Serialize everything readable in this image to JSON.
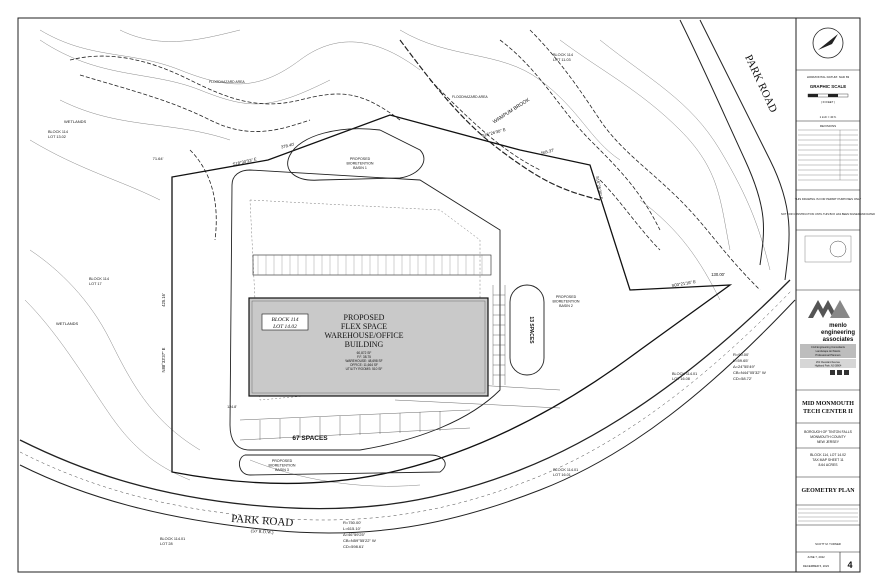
{
  "project": {
    "title_line1": "MID MONMOUTH",
    "title_line2": "TECH CENTER II",
    "municipality": "BOROUGH OF TINTON FALLS",
    "county": "MONMOUTH COUNTY",
    "state": "NEW JERSEY",
    "block_lot": "BLOCK 114, LOT 14.02",
    "tax_map": "TAX MAP SHEET 11",
    "acres": "8.64 ACRES",
    "sheet_title": "GEOMETRY PLAN",
    "sheet_number": "4"
  },
  "firm": {
    "name1": "menlo",
    "name2": "engineering",
    "name3": "associates",
    "tag1": "Civil Engineering Consultants",
    "tag2": "Landscape Architects",
    "tag3": "Professional Planners",
    "address1": "261 Cleveland Avenue",
    "address2": "Highland Park, NJ 08904"
  },
  "scale": {
    "label": "GRAPHIC SCALE",
    "unit": "( IN FEET )",
    "ratio": "1 inch = 40 ft."
  },
  "titleblock": {
    "horizontal_datum": "HORIZONTAL DATUM: NAD 83",
    "revisions": "REVISIONS",
    "not_for_construction": "NOT FOR CONSTRUCTION UNTIL THIS BOX HAS BEEN SIGNED AND DATED",
    "this_drawing": "THIS DRAWING IS FOR PERMIT PURPOSES ONLY",
    "date_value": "JUNE 7, 2022",
    "date2": "DECEMBER 5, 2023",
    "engineer": "SCOTT M. TURNER"
  },
  "plan": {
    "building": {
      "line1": "PROPOSED",
      "line2": "FLEX SPACE",
      "line3": "WAREHOUSE/OFFICE",
      "line4": "BUILDING",
      "area": "60,872 SF",
      "ff": "F.F. 38.75",
      "warehouse": "WAREHOUSE: 48,698 SF",
      "office": "OFFICE: 11,664 SF",
      "utility": "UTILITY ROOMS: 510 SF"
    },
    "block_label_line1": "BLOCK 114",
    "block_label_line2": "LOT 14.02",
    "spaces_main": "67 SPACES",
    "spaces_side": "13 SPACES",
    "road_label": "PARK ROAD",
    "road_row": "(50' R.O.W.)",
    "road_label_ne": "PARK ROAD",
    "brook": "WAMPUM BROOK",
    "basin1_line1": "PROPOSED",
    "basin1_line2": "BIORETENTION",
    "basin1_line3": "BASIN 1",
    "basin2_line1": "PROPOSED",
    "basin2_line2": "BIORETENTION",
    "basin2_line3": "BASIN 2",
    "basin3_line1": "PROPOSED",
    "basin3_line2": "BIORETENTION",
    "basin3_line3": "BASIN 3",
    "bearing1": "S16°26'30\" E",
    "bearing1b": "565.37'",
    "bearing2": "S18°30'33\" E",
    "bearing2b": "378.40'",
    "bearing3": "N88°33'37\" E",
    "bearing4": "425.16'",
    "bearing5": "S03°21'16\" E",
    "bearing6": "130.00'",
    "dist_left": "71.64'",
    "dist_small": "124.8'",
    "curve1_r": "R=750.00'",
    "curve1_l": "L=615.10'",
    "curve1_d": "Δ=46°59'25\"",
    "curve1_cb": "CB=N59°55'22\" W",
    "curve1_cd": "CD=598.61'",
    "curve2_r": "R=90.00'",
    "curve2_l": "L=59.65'",
    "curve2_d": "Δ=24°55'49\"",
    "curve2_cb": "CB=N44°05'32\" W",
    "curve2_cd": "CD=58.72'",
    "wetlands1": "WETLANDS",
    "wetlands2": "WETLANDS",
    "block_nw_1": "BLOCK 114",
    "block_nw_2": "LOT 13.02",
    "block_w_1": "BLOCK 114",
    "block_w_2": "LOT 17",
    "block_se_1": "BLOCK 114.01",
    "block_se_2": "LOT 16.01",
    "block_e_1": "BLOCK 114.01",
    "block_e_2": "LOT 16.08",
    "block_sw_1": "BLOCK 114.01",
    "block_sw_2": "LOT 28",
    "block_n_1": "BLOCK 114",
    "block_n_2": "LOT 11.03",
    "floodhazard1": "FLOODHAZARD AREA",
    "floodhazard2": "FLOODHAZARD AREA"
  }
}
